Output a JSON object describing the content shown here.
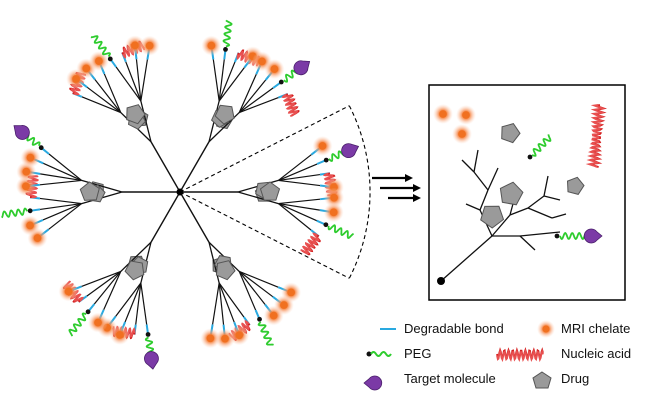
{
  "legend": {
    "degradable_bond": "Degradable bond",
    "mri_chelate": "MRI chelate",
    "peg": "PEG",
    "nucleic_acid": "Nucleic acid",
    "target_molecule": "Target molecule",
    "drug": "Drug"
  },
  "colors": {
    "degradable_bond": "#29a9e0",
    "peg": "#2ecc2e",
    "nucleic_acid": "#d42020",
    "target_molecule": "#7b3aa6",
    "drug": "#9a9a9a",
    "mri_chelate": "#f07830",
    "backbone": "#111111"
  },
  "icons": [
    "arrows-icon",
    "degradable-bond-icon",
    "peg-icon",
    "target-molecule-icon",
    "mri-chelate-icon",
    "nucleic-acid-icon",
    "drug-icon"
  ]
}
